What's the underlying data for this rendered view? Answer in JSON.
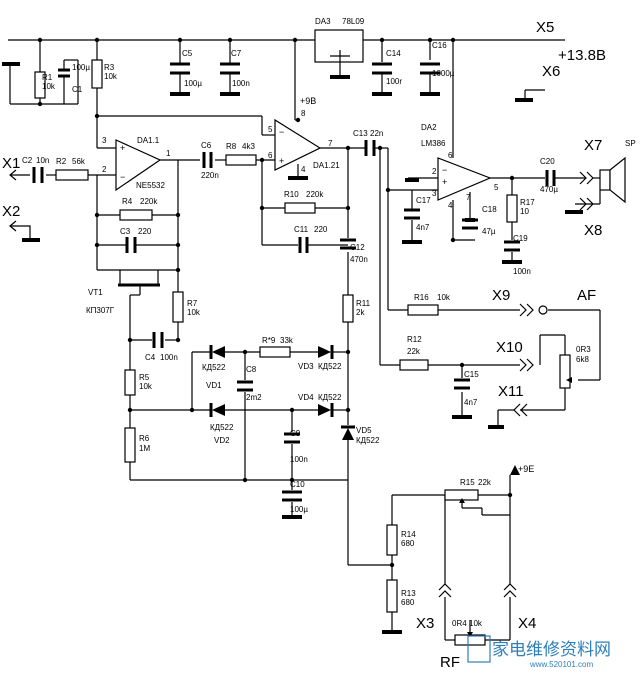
{
  "connectors": {
    "X1": "X1",
    "X2": "X2",
    "X3": "X3",
    "X4": "X4",
    "X5": "X5",
    "X6": "X6",
    "X7": "X7",
    "X8": "X8",
    "X9": "X9",
    "X10": "X10",
    "X11": "X11"
  },
  "supply": {
    "main": "+13.8B",
    "plus9_a": "+9B",
    "plus9_b": "+9E"
  },
  "side_labels": {
    "af": "AF",
    "rf": "RF",
    "sp": "SP"
  },
  "ics": {
    "da11": {
      "name": "DA1.1",
      "part": "NE5532",
      "p1": "1",
      "p2": "2",
      "p3": "3"
    },
    "da121": {
      "name": "DA1.21",
      "p4": "4",
      "p5": "5",
      "p6": "6",
      "p7": "7",
      "p8": "8"
    },
    "da2": {
      "name": "DA2",
      "part": "LM386",
      "p2": "2",
      "p3": "3",
      "p4": "4",
      "p5": "5",
      "p6": "6",
      "p7": "7"
    },
    "da3": {
      "name": "DA3",
      "part": "78L09"
    }
  },
  "transistor": {
    "name": "VT1",
    "part": "КП307Г"
  },
  "resistors": {
    "R1": {
      "name": "R1",
      "value": "10k"
    },
    "R2": {
      "name": "R2",
      "value": "56k"
    },
    "R3": {
      "name": "R3",
      "value": "10k"
    },
    "R4": {
      "name": "R4",
      "value": "220k"
    },
    "R5": {
      "name": "R5",
      "value": "10k"
    },
    "R6": {
      "name": "R6",
      "value": "1M"
    },
    "R7": {
      "name": "R7",
      "value": "10k"
    },
    "R8": {
      "name": "R8",
      "value": "4k3"
    },
    "R9": {
      "name": "R*9",
      "value": "33k"
    },
    "R10": {
      "name": "R10",
      "value": "220k"
    },
    "R11": {
      "name": "R11",
      "value": "2k"
    },
    "R12": {
      "name": "R12",
      "value": "22k"
    },
    "R13": {
      "name": "R13",
      "value": "680"
    },
    "R14": {
      "name": "R14",
      "value": "680"
    },
    "R15": {
      "name": "R15",
      "value": "22k"
    },
    "R16": {
      "name": "R16",
      "value": "10k"
    },
    "R17": {
      "name": "R17",
      "value": "10"
    },
    "OR3": {
      "name": "0R3",
      "value": "6k8"
    },
    "OR4": {
      "name": "0R4",
      "value": "10k"
    }
  },
  "capacitors": {
    "C1": {
      "name": "C1",
      "value": "100µ"
    },
    "C2": {
      "name": "C2",
      "value": "10n"
    },
    "C3": {
      "name": "C3",
      "value": "220"
    },
    "C4": {
      "name": "C4",
      "value": "100n"
    },
    "C5": {
      "name": "C5",
      "value": "100µ"
    },
    "C6": {
      "name": "C6",
      "value": "220n"
    },
    "C7": {
      "name": "C7",
      "value": "100n"
    },
    "C8": {
      "name": "C8",
      "value": "2m2"
    },
    "C9": {
      "name": "C9",
      "value": "100n"
    },
    "C10": {
      "name": "C10",
      "value": "100µ"
    },
    "C11": {
      "name": "C11",
      "value": "220"
    },
    "C12": {
      "name": "C12",
      "value": "470n"
    },
    "C13": {
      "name": "C13",
      "value": "22n"
    },
    "C14": {
      "name": "C14",
      "value": "100r"
    },
    "C15": {
      "name": "C15",
      "value": "4n7"
    },
    "C16": {
      "name": "C16",
      "value": "1000µ"
    },
    "C17": {
      "name": "C17",
      "value": "4n7"
    },
    "C18": {
      "name": "C18",
      "value": "47µ"
    },
    "C19": {
      "name": "C19",
      "value": "100n"
    },
    "C20": {
      "name": "C20",
      "value": "470µ"
    }
  },
  "diodes": {
    "VD1": {
      "name": "VD1",
      "part": "КД522"
    },
    "VD2": {
      "name": "VD2",
      "part": "КД522"
    },
    "VD3": {
      "name": "VD3",
      "part": "КД522"
    },
    "VD4": {
      "name": "VD4",
      "part": "КД522"
    },
    "VD5": {
      "name": "VD5",
      "part": "КД522"
    }
  },
  "watermark": {
    "title": "家电维修资料网",
    "url": "www.520101.com"
  }
}
